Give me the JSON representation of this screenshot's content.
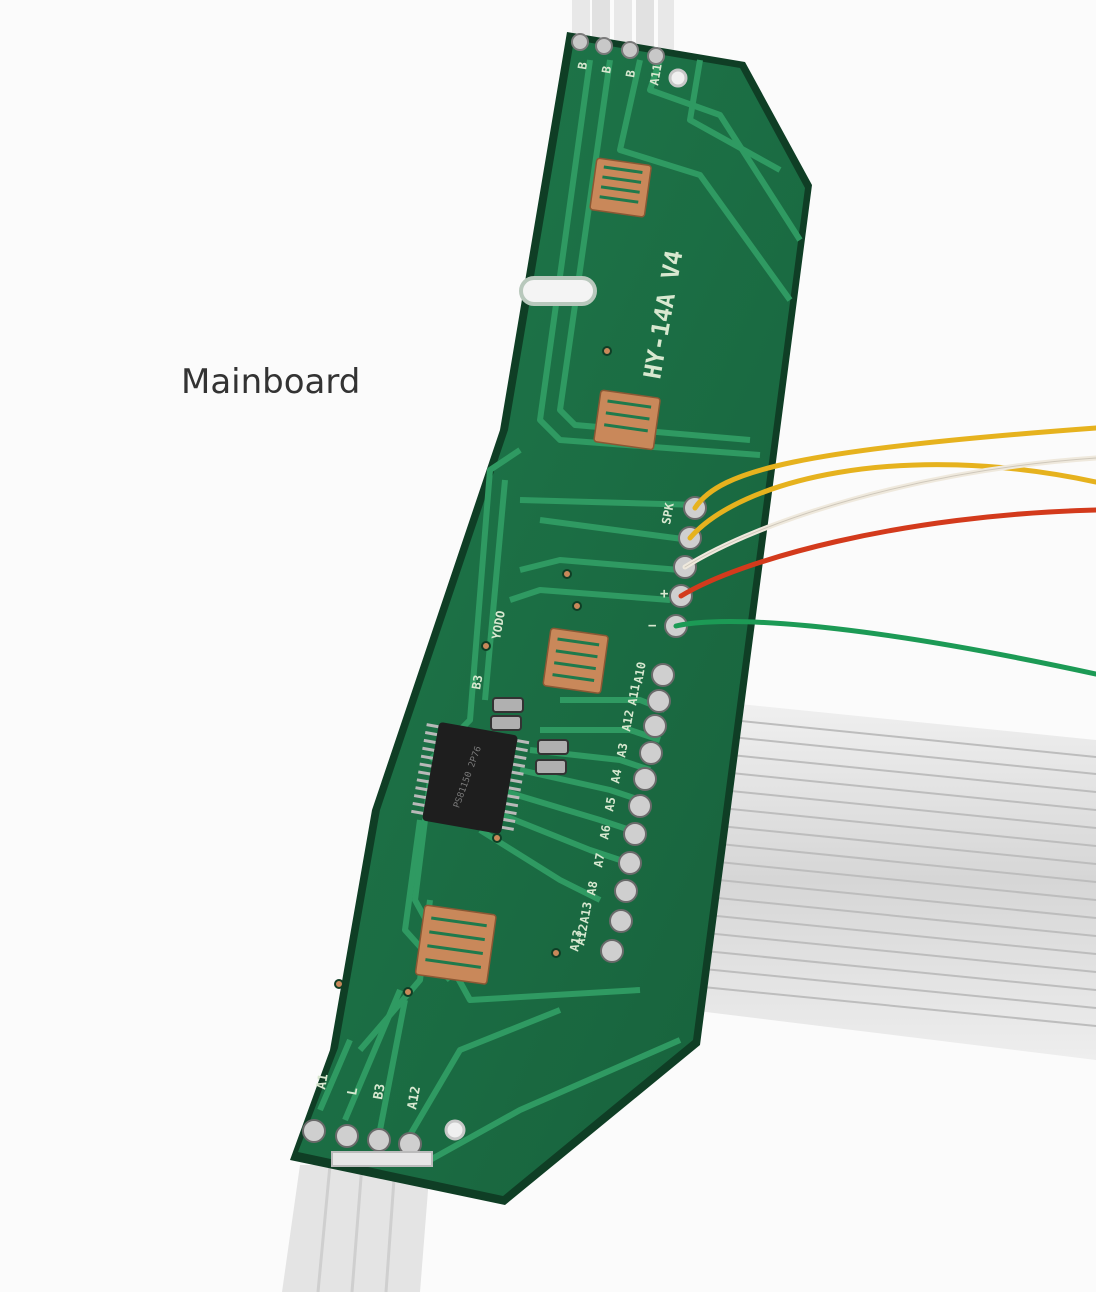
{
  "caption": "Mainboard",
  "board": {
    "model_marking": "HY-14A V4",
    "top_pad_labels": [
      "B",
      "B",
      "B",
      "A11"
    ],
    "side_pad_labels": [
      "SPK",
      "+",
      "−",
      "A10",
      "A11",
      "A12",
      "A3",
      "A4",
      "A5",
      "A6",
      "A7",
      "A8",
      "A13",
      "A12",
      "A13"
    ],
    "bottom_pad_labels": [
      "A1",
      "L",
      "B3",
      "A12"
    ],
    "chip_marking": "PS81150 2P76",
    "left_label": "YODO",
    "small_labels": [
      "B3"
    ]
  },
  "colors": {
    "pcb": "#1f7a4c",
    "pcb_dark": "#155c38",
    "pcb_edge": "#0f3e25",
    "trace": "#2e8c5a",
    "copper_pad": "#c9885a",
    "solder": "#c8c8c8",
    "chip": "#1e1e1e",
    "wire_yellow": "#e6b21e",
    "wire_white": "#efe9dd",
    "wire_red": "#d33a1c",
    "wire_green": "#1c9a55",
    "ribbon": "#e2e2e2"
  },
  "icons": {
    "board": "circuit-board-photo"
  }
}
